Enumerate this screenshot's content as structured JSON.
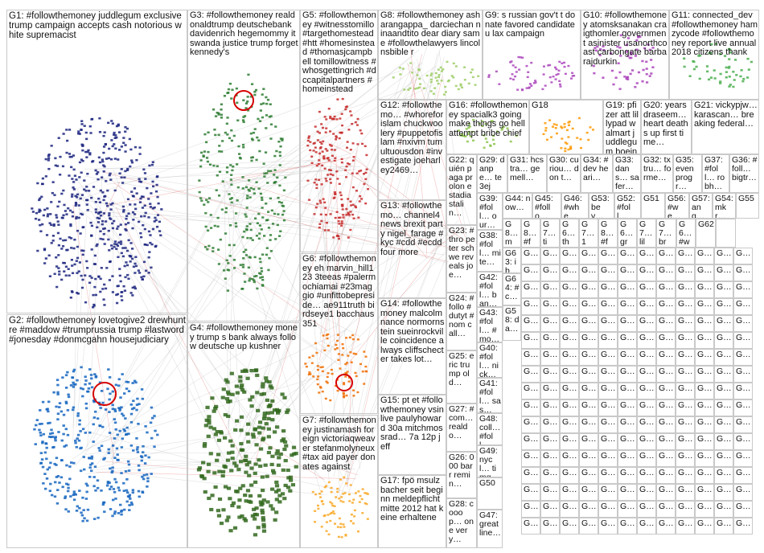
{
  "title": "#followthemoney",
  "colors": {
    "border": "#c9c9c9",
    "edge": "#8a8a8a",
    "g1": "#1a237e",
    "g2": "#1565c0",
    "g3": "#2e7d32",
    "g4": "#33691e",
    "g5": "#c62828",
    "g6": "#ef6c00",
    "g7": "#f9a825",
    "g8": "#9ccc65",
    "g9": "#ab47bc",
    "g10": "#ab47bc",
    "g11": "#4caf50",
    "g16": "#8bc34a",
    "g18": "#ff9800",
    "redEdge": "#d50000"
  },
  "groups": [
    {
      "id": "G1",
      "text": "G1: #followthemoney juddlegum exclusive trump campaign accepts cash notorious white supremacist"
    },
    {
      "id": "G2",
      "text": "G2: #followthemoney lovetogive2 drewhuntre #maddow #trumprussia trump #lastword #jonesday #donmcgahn housejudiciary"
    },
    {
      "id": "G3",
      "text": "G3: #followthemoney realdonaldtrump deutschebank davidenrich hegemommy itswanda justice trump forget kennedy's"
    },
    {
      "id": "G4",
      "text": "G4: #followthemoney money trump s bank always follow deutsche up kushner"
    },
    {
      "id": "G5",
      "text": "G5: #followthemoney #witnesstomillo #targethomestead #htt #homesinstead #thomasjcampbell tomillowitness #whosgettingrich #dccapitalpartners #homeinstead"
    },
    {
      "id": "G6",
      "text": "G6: #followthemoney eh marvin_hill123 3teeas #palermochiamai #23maggio #unfittobepreside… ae911truth birdseye1 bacchaus351"
    },
    {
      "id": "G7",
      "text": "G7: #followthemoney justinamash foreign victoriaqweaver stefanmolyneux #tax aid payer donates against"
    },
    {
      "id": "G8",
      "text": "G8: #followthemoney asharangappa_ darciechan ninaandtito dear diary same #followthelawyers lincolnsbible r"
    },
    {
      "id": "G9",
      "text": "G9: s russian gov't t donate favored candidate u lax campaign"
    },
    {
      "id": "G10",
      "text": "G10: #followthemoney atomsksanakan craigthomler government asinister usanorthcoast carbongate barbarajdurkin"
    },
    {
      "id": "G11",
      "text": "G11: connected_dev #followthemoney hamzycode #followthemoney report live annual 2018 citizens thank"
    },
    {
      "id": "G12",
      "text": "G12: #followthemo… #whoreforislam chuckwoolery #puppetofislam #nxivm tumultuousdon #investigate joeharley2469…"
    },
    {
      "id": "G13",
      "text": "G13: #followthemo… channel4news brexit party nigel_farage #kyc #cdd #ecdd four more"
    },
    {
      "id": "G14",
      "text": "G14: #followthemoney malcolmnance normornstein sueinrockville coincidence always cliffschecter takes lot…"
    },
    {
      "id": "G15",
      "text": "G15: pt et #followthemoney vsinlive paulyhoward 30a mitchmossrad… 7a 12p jeff"
    },
    {
      "id": "G16",
      "text": "G16: #followthemoney spacialk3 going make things go hell attempt bribe chief"
    },
    {
      "id": "G17",
      "text": "G17: fpö msulzbacher seit beginn meldepflicht mitte 2012 hat keine erhaltene"
    },
    {
      "id": "G18",
      "text": "G18"
    },
    {
      "id": "G19",
      "text": "G19: pfizer att lillypad walmart juddlegum boeing…"
    },
    {
      "id": "G20",
      "text": "G20: years draseem… heart deaths up first time…"
    },
    {
      "id": "G21",
      "text": "G21: vickypjw… karascan… breaking federal…"
    },
    {
      "id": "G22",
      "text": "G22: quién paga prolon estadia stalin…"
    },
    {
      "id": "G23",
      "text": "G23: #thro peter schwe reveals joe…"
    },
    {
      "id": "G24",
      "text": "G24: #follo #dutyt #nom call…"
    },
    {
      "id": "G25",
      "text": "G25: eric trump old…"
    },
    {
      "id": "G26",
      "text": "G26: 000 barr remin…"
    },
    {
      "id": "G27",
      "text": "G27: #com… realdo…"
    },
    {
      "id": "G28",
      "text": "G28: cooop… one very…"
    },
    {
      "id": "G29",
      "text": "G29: danpe… te3ej"
    },
    {
      "id": "G30",
      "text": "G30: curiou… don t…"
    },
    {
      "id": "G31",
      "text": "G31: hcstra… gemell…"
    },
    {
      "id": "G32",
      "text": "G32: txtru… forme…"
    },
    {
      "id": "G33",
      "text": "G33: dans… safer…"
    },
    {
      "id": "G34",
      "text": "G34: #dev heari…"
    },
    {
      "id": "G35",
      "text": "G35: even progr…"
    },
    {
      "id": "G36",
      "text": "G36: #foll… bigtr…"
    },
    {
      "id": "G37",
      "text": "G37: #foll… robh…"
    },
    {
      "id": "G38",
      "text": "G38: #foll… mite…"
    },
    {
      "id": "G39",
      "text": "G39: #foll… our…"
    },
    {
      "id": "G40",
      "text": "G40: #foll… nick…"
    },
    {
      "id": "G41",
      "text": "G41: #foll… sas…"
    },
    {
      "id": "G42",
      "text": "G42: #foll… ban…"
    },
    {
      "id": "G43",
      "text": "G43: #foll… #mo…"
    },
    {
      "id": "G44",
      "text": "G44: now…"
    },
    {
      "id": "G45",
      "text": "G45: #follo…"
    },
    {
      "id": "G46",
      "text": "G46: #whe…"
    },
    {
      "id": "G47",
      "text": "G47: great line…"
    },
    {
      "id": "G48",
      "text": "G48: coll… #foll…"
    },
    {
      "id": "G49",
      "text": "G49: nycl… timg…"
    },
    {
      "id": "G50",
      "text": "G50"
    },
    {
      "id": "G51",
      "text": "G51"
    },
    {
      "id": "G52",
      "text": "G52: #foll…"
    },
    {
      "id": "G53",
      "text": "G53: bev…"
    },
    {
      "id": "G54",
      "text": "G54: mkr…"
    },
    {
      "id": "G55",
      "text": "G55"
    },
    {
      "id": "G56",
      "text": "G56: #we…"
    },
    {
      "id": "G57",
      "text": "G57: ang…"
    },
    {
      "id": "G58",
      "text": "G58: da…"
    },
    {
      "id": "G60",
      "text": "G6… bet…"
    },
    {
      "id": "G62",
      "text": "G62"
    },
    {
      "id": "G63",
      "text": "G63: ib…"
    },
    {
      "id": "G64",
      "text": "G64: #c…"
    },
    {
      "id": "sG6a",
      "text": "G6… #we…"
    },
    {
      "id": "sG8a",
      "text": "G8… mo…"
    },
    {
      "id": "sG8b",
      "text": "G8… #fo…"
    },
    {
      "id": "sG7a",
      "text": "G7… tim…"
    },
    {
      "id": "sG7b",
      "text": "G7… 18…"
    },
    {
      "id": "sG8c",
      "text": "G8… #fo…"
    },
    {
      "id": "sG6b",
      "text": "G6… the…"
    },
    {
      "id": "sG6c",
      "text": "G6… gri…"
    },
    {
      "id": "sG7c",
      "text": "G7… lila…"
    },
    {
      "id": "sG7d",
      "text": "G7… bru…"
    }
  ],
  "filler_label": "G…"
}
